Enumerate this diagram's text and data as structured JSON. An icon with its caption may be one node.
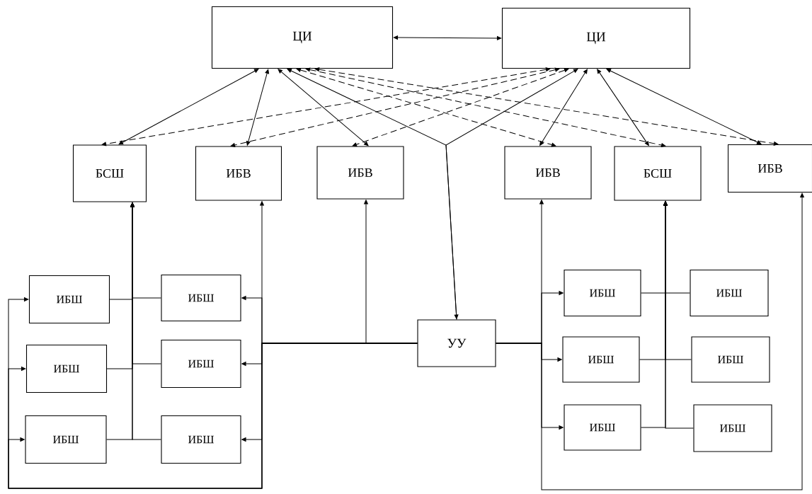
{
  "diagram": {
    "nodes": [
      {
        "text": [
          "ЦИ"
        ]
      },
      {
        "text": [
          "ЦИ"
        ]
      },
      {
        "text": [
          "БСШ"
        ]
      },
      {
        "text": [
          "ИБВ"
        ]
      },
      {
        "text": [
          "ИБВ"
        ]
      },
      {
        "text": [
          "ИБВ"
        ]
      },
      {
        "text": [
          "БСШ"
        ]
      },
      {
        "text": [
          "ИБВ"
        ]
      },
      {
        "text": [
          "ИБШ"
        ]
      },
      {
        "text": [
          "ИБШ"
        ]
      },
      {
        "text": [
          "ИБШ"
        ]
      },
      {
        "text": [
          "ИБШ"
        ]
      },
      {
        "text": [
          "ИБШ"
        ]
      },
      {
        "text": [
          "ИБШ"
        ]
      },
      {
        "text": [
          "УУ"
        ]
      },
      {
        "text": [
          "ИБШ"
        ]
      },
      {
        "text": [
          "ИБШ"
        ]
      },
      {
        "text": [
          "ИБШ"
        ]
      },
      {
        "text": [
          "ИБШ"
        ]
      },
      {
        "text": [
          "ИБШ"
        ]
      },
      {
        "text": [
          "ИБШ"
        ]
      }
    ],
    "edges": [
      {
        "from": 0,
        "to": 1,
        "arrow": "both"
      },
      {
        "from": 0,
        "to": 2,
        "arrow": "both"
      },
      {
        "from": 0,
        "to": 3,
        "arrow": "both"
      },
      {
        "from": 0,
        "to": 4,
        "arrow": "both"
      },
      {
        "from": 0,
        "to": 14,
        "arrow": "both"
      },
      {
        "from": 0,
        "to": 5,
        "arrow": "both",
        "style": "dashed"
      },
      {
        "from": 0,
        "to": 6,
        "arrow": "both",
        "style": "dashed"
      },
      {
        "from": 0,
        "to": 7,
        "arrow": "both",
        "style": "dashed"
      },
      {
        "from": 1,
        "to": 5,
        "arrow": "both"
      },
      {
        "from": 1,
        "to": 6,
        "arrow": "both"
      },
      {
        "from": 1,
        "to": 7,
        "arrow": "both"
      },
      {
        "from": 14,
        "to": 1,
        "arrow": "to"
      },
      {
        "from": 1,
        "to": 2,
        "arrow": "both",
        "style": "dashed"
      },
      {
        "from": 1,
        "to": 3,
        "arrow": "both",
        "style": "dashed"
      },
      {
        "from": 1,
        "to": 4,
        "arrow": "both",
        "style": "dashed"
      },
      {
        "from": 14,
        "to": 3,
        "arrow": "to"
      },
      {
        "from": 14,
        "to": 4,
        "arrow": "to"
      },
      {
        "from": 14,
        "to": 9,
        "arrow": "to"
      },
      {
        "from": 14,
        "to": 11,
        "arrow": "to"
      },
      {
        "from": 14,
        "to": 13,
        "arrow": "to"
      },
      {
        "from": 14,
        "to": 8,
        "arrow": "to"
      },
      {
        "from": 14,
        "to": 10,
        "arrow": "to"
      },
      {
        "from": 14,
        "to": 12,
        "arrow": "to"
      },
      {
        "from": 8,
        "to": 2,
        "arrow": "to"
      },
      {
        "from": 9,
        "to": 2,
        "arrow": "to"
      },
      {
        "from": 10,
        "to": 2,
        "arrow": "to"
      },
      {
        "from": 11,
        "to": 2,
        "arrow": "to"
      },
      {
        "from": 12,
        "to": 2,
        "arrow": "to"
      },
      {
        "from": 13,
        "to": 2,
        "arrow": "to"
      },
      {
        "from": 14,
        "to": 5,
        "arrow": "to"
      },
      {
        "from": 14,
        "to": 7,
        "arrow": "to"
      },
      {
        "from": 14,
        "to": 15,
        "arrow": "to"
      },
      {
        "from": 14,
        "to": 17,
        "arrow": "to"
      },
      {
        "from": 14,
        "to": 19,
        "arrow": "to"
      },
      {
        "from": 15,
        "to": 6,
        "arrow": "to"
      },
      {
        "from": 16,
        "to": 6,
        "arrow": "to"
      },
      {
        "from": 17,
        "to": 6,
        "arrow": "to"
      },
      {
        "from": 18,
        "to": 6,
        "arrow": "to"
      },
      {
        "from": 19,
        "to": 6,
        "arrow": "to"
      },
      {
        "from": 20,
        "to": 6,
        "arrow": "to"
      }
    ]
  }
}
